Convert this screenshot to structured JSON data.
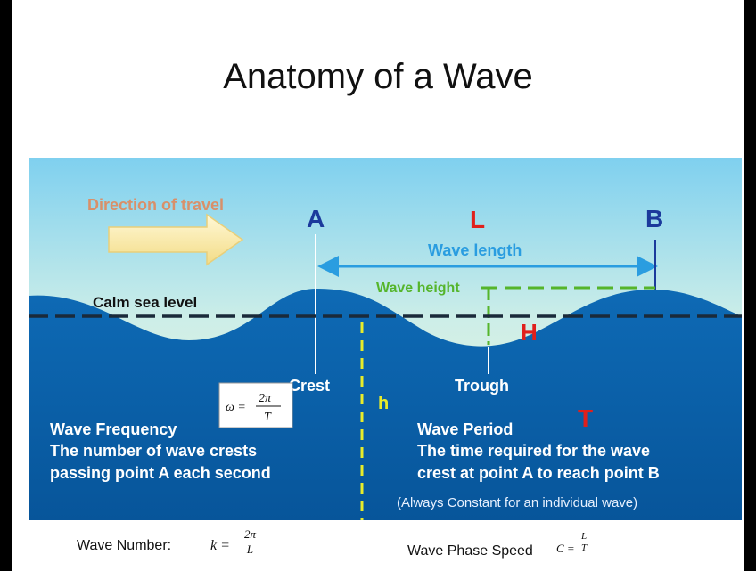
{
  "title": "Anatomy of a Wave",
  "diagram": {
    "direction_label": "Direction of travel",
    "point_a": "A",
    "point_b": "B",
    "wavelength_symbol": "L",
    "wavelength_label": "Wave length",
    "wave_height_label": "Wave height",
    "height_symbol": "H",
    "calm_sea_label": "Calm sea level",
    "crest_label": "Crest",
    "trough_label": "Trough",
    "depth_symbol": "h",
    "period_symbol": "T",
    "frequency_formula": {
      "lhs": "ω =",
      "num": "2π",
      "den": "T"
    },
    "frequency": {
      "title": "Wave Frequency",
      "line1": "The number of wave crests",
      "line2": "passing point A each second"
    },
    "period": {
      "title": "Wave Period",
      "line1": "The time required for the wave",
      "line2": "crest at point A to reach point B",
      "note": "(Always Constant for an individual wave)"
    },
    "colors": {
      "sky_top": "#7fd0ef",
      "sky_bottom": "#fdf7cf",
      "sea": "#0a5fa8",
      "point_label": "#1b3a9c",
      "red_symbol": "#e0201c",
      "wavelength": "#2a9de0",
      "wave_height": "#55b52b",
      "depth_line": "#e8ec2a",
      "direction": "#d8906a"
    }
  },
  "formulas": {
    "wave_number_label": "Wave Number:",
    "wave_number_lhs": "k =",
    "wave_number_num": "2π",
    "wave_number_den": "L",
    "phase_speed_label": "Wave  Phase Speed",
    "phase_speed_lhs": "C =",
    "phase_speed_num": "L",
    "phase_speed_den": "T"
  }
}
